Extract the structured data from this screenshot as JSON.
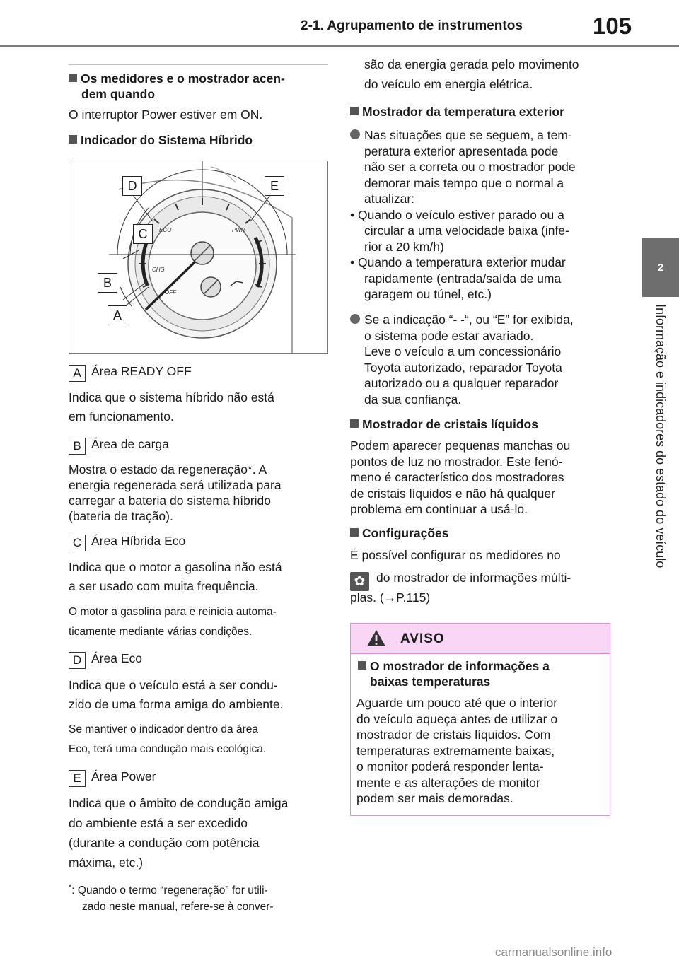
{
  "header": {
    "section_title": "2-1. Agrupamento de instrumentos",
    "page_number": "105"
  },
  "side": {
    "chapter_number": "2",
    "chapter_title": "Informação e indicadores do estado do veículo"
  },
  "left_col": {
    "h1": "Os medidores e o mostrador acen-",
    "h1b": "dem quando",
    "p1": "O interruptor Power estiver em ON.",
    "h2": "Indicador do Sistema Híbrido",
    "figure": {
      "labels": [
        "D",
        "E",
        "C",
        "B",
        "A"
      ],
      "dial_texts": [
        "ECO",
        "PWR",
        "CHG",
        "OFF"
      ]
    },
    "A_letter": "A",
    "A_title": "Área READY OFF",
    "A_desc1": "Indica que o sistema híbrido não está",
    "A_desc2": "em funcionamento.",
    "B_letter": "B",
    "B_title": "Área de carga",
    "B_desc1": "Mostra o estado da regeneração*. A",
    "B_desc2": "energia regenerada será utilizada para",
    "B_desc3": "carregar a bateria do sistema híbrido",
    "B_desc4": "(bateria de tração).",
    "C_letter": "C",
    "C_title": "Área Híbrida Eco",
    "C_desc1": "Indica que o motor a gasolina não está",
    "C_desc2": "a ser usado com muita frequência.",
    "C_note1": "O motor a gasolina para e reinicia automa-",
    "C_note2": "ticamente mediante várias condições.",
    "D_letter": "D",
    "D_title": "Área Eco",
    "D_desc1": "Indica que o veículo está a ser condu-",
    "D_desc2": "zido de uma forma amiga do ambiente.",
    "D_note1": "Se mantiver o indicador dentro da área",
    "D_note2": "Eco, terá uma condução mais ecológica.",
    "E_letter": "E",
    "E_title": "Área Power",
    "E_desc1": "Indica que o âmbito de condução amiga",
    "E_desc2": "do ambiente está a ser excedido",
    "E_desc3": "(durante a condução com potência",
    "E_desc4": "máxima, etc.)",
    "fn_mark": "*",
    "fn1": ": Quando o termo “regeneração” for utili-",
    "fn2": "zado neste manual, refere-se à conver-"
  },
  "right_col": {
    "fn3": "são da energia gerada pelo movimento",
    "fn4": "do veículo em energia elétrica.",
    "h3": "Mostrador da temperatura exterior",
    "b1_1": "Nas situações que se seguem, a tem-",
    "b1_2": "peratura exterior apresentada pode",
    "b1_3": "não ser a correta ou o mostrador pode",
    "b1_4": "demorar mais tempo que o normal a",
    "b1_5": "atualizar:",
    "s1_1": "•  Quando o veículo estiver parado ou a",
    "s1_2": "circular a uma velocidade baixa (infe-",
    "s1_3": "rior a 20 km/h)",
    "s2_1": "•  Quando a temperatura exterior mudar",
    "s2_2": "rapidamente (entrada/saída de uma",
    "s2_3": "garagem ou túnel, etc.)",
    "b2_1": "Se a indicação “- -“, ou “E” for exibida,",
    "b2_2": "o sistema pode estar avariado.",
    "b2_3": "Leve o veículo a um concessionário",
    "b2_4": "Toyota autorizado, reparador Toyota",
    "b2_5": "autorizado ou a qualquer reparador",
    "b2_6": "da sua confiança.",
    "h4": "Mostrador de cristais líquidos",
    "p4_1": "Podem aparecer pequenas manchas ou",
    "p4_2": "pontos de luz no mostrador. Este fenó-",
    "p4_3": "meno é característico dos mostradores",
    "p4_4": "de cristais líquidos e não há qualquer",
    "p4_5": "problema em continuar a usá-lo.",
    "h5": "Configurações",
    "p5_1": "É possível configurar os medidores no",
    "p5_2": "do mostrador de informações múlti-",
    "p5_3": "plas. (→P.115)",
    "aviso": {
      "title": "AVISO",
      "h": "O mostrador de informações a",
      "h2": "baixas temperaturas",
      "l1": "Aguarde um pouco até que o interior",
      "l2": "do veículo aqueça antes de utilizar o",
      "l3": "mostrador de cristais líquidos. Com",
      "l4": "temperaturas extremamente baixas,",
      "l5": "o monitor poderá responder lenta-",
      "l6": "mente e as alterações de monitor",
      "l7": "podem ser mais demoradas."
    }
  },
  "watermark": "carmanualsonline.info"
}
